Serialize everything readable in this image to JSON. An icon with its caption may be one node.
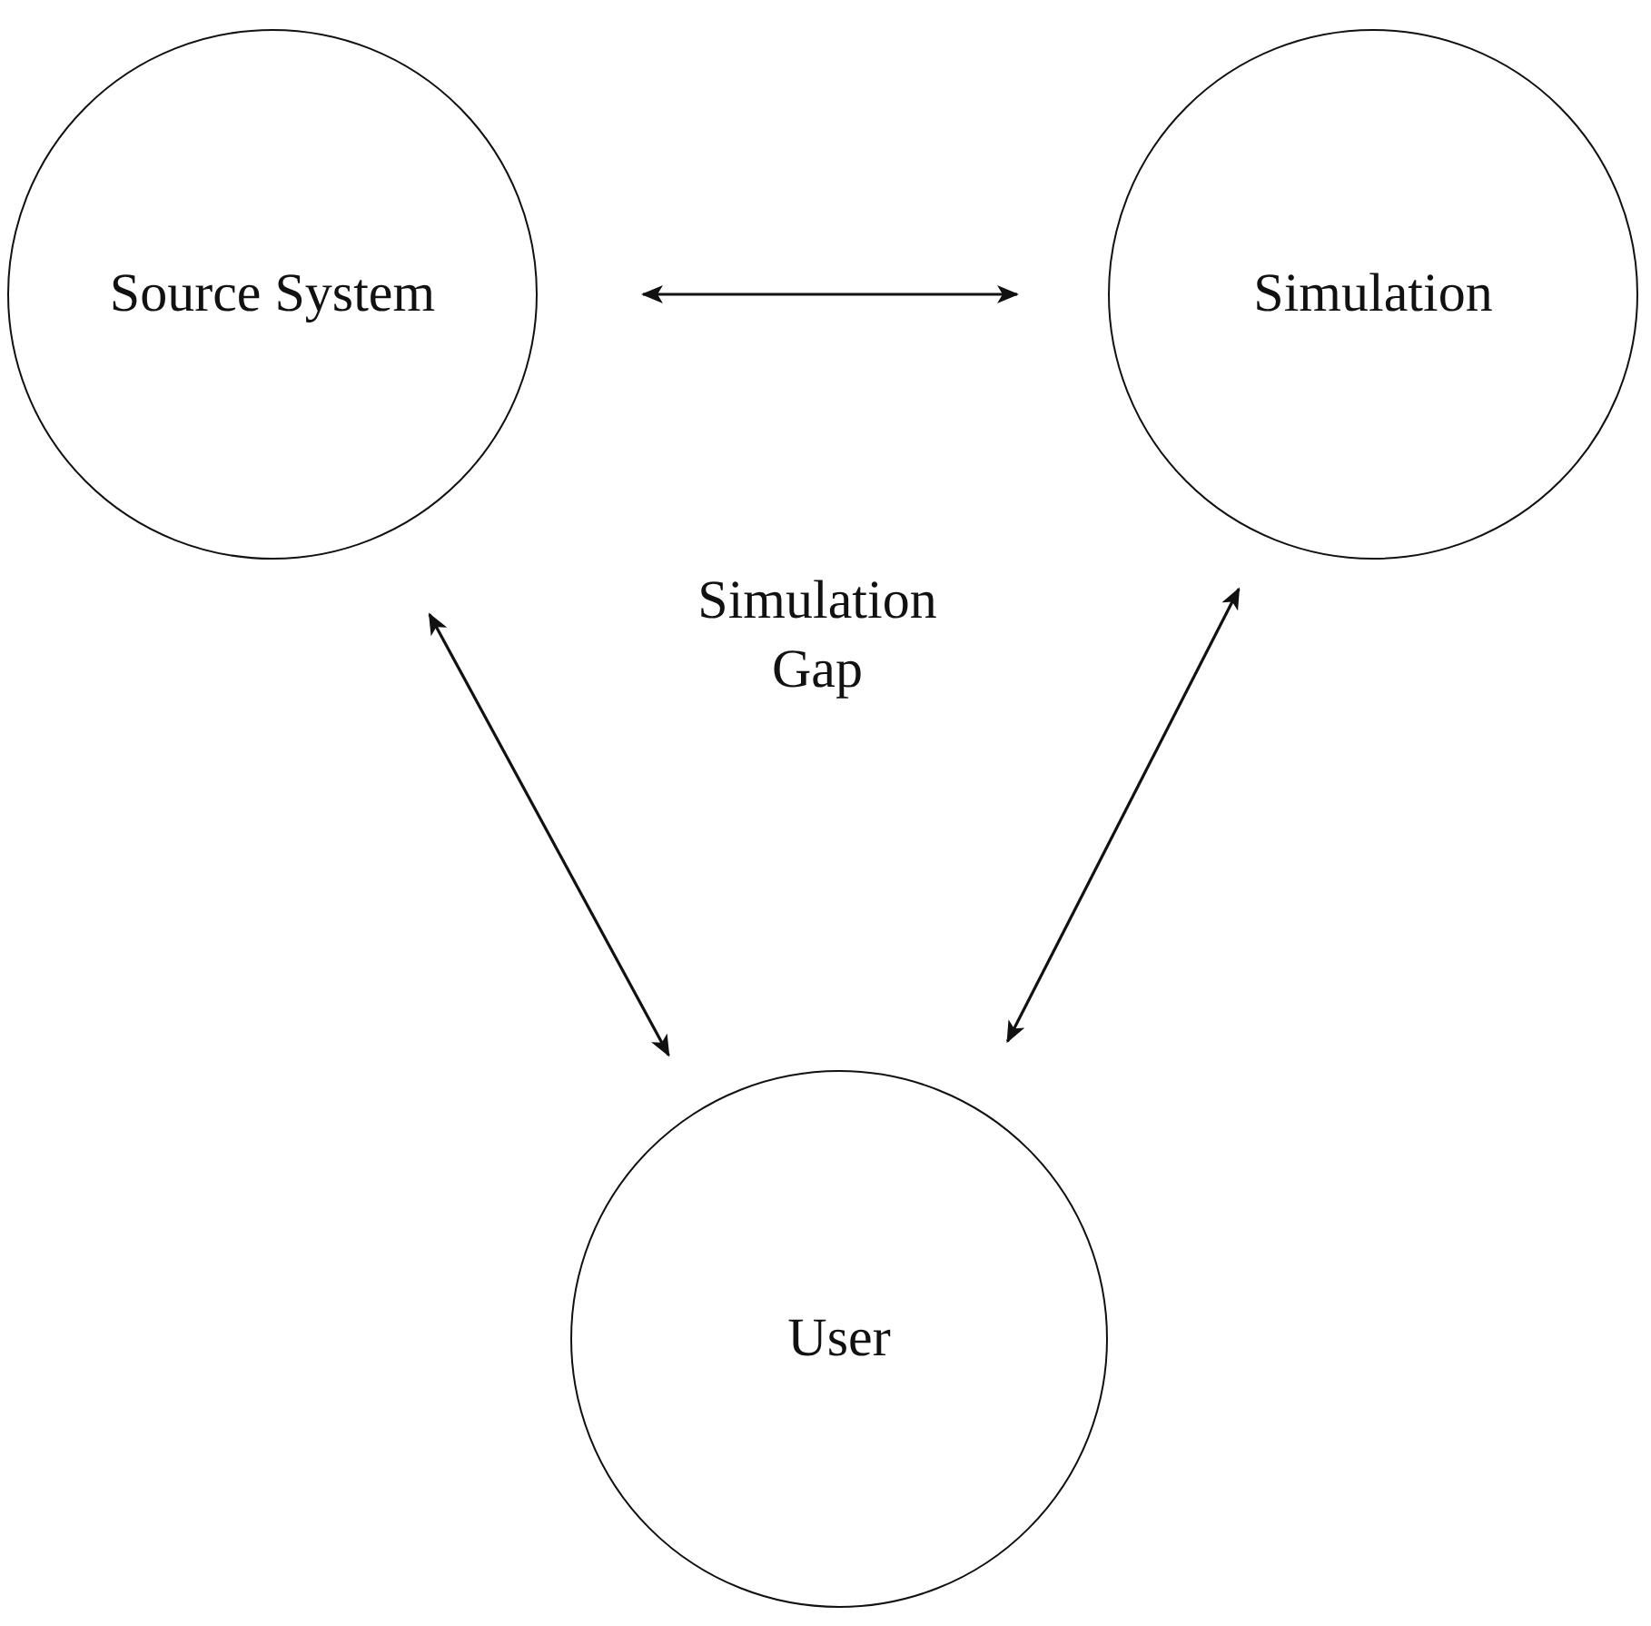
{
  "diagram": {
    "nodes": [
      {
        "text": [
          "Source System"
        ]
      },
      {
        "text": [
          "Simulation"
        ]
      },
      {
        "text": [
          "User"
        ]
      }
    ],
    "edges": [
      {
        "from": 0,
        "to": 1,
        "arrow": "both"
      },
      {
        "from": 0,
        "to": 2,
        "arrow": "both"
      },
      {
        "from": 1,
        "to": 2,
        "arrow": "both"
      }
    ],
    "labels": [
      "Simulation Gap"
    ]
  }
}
